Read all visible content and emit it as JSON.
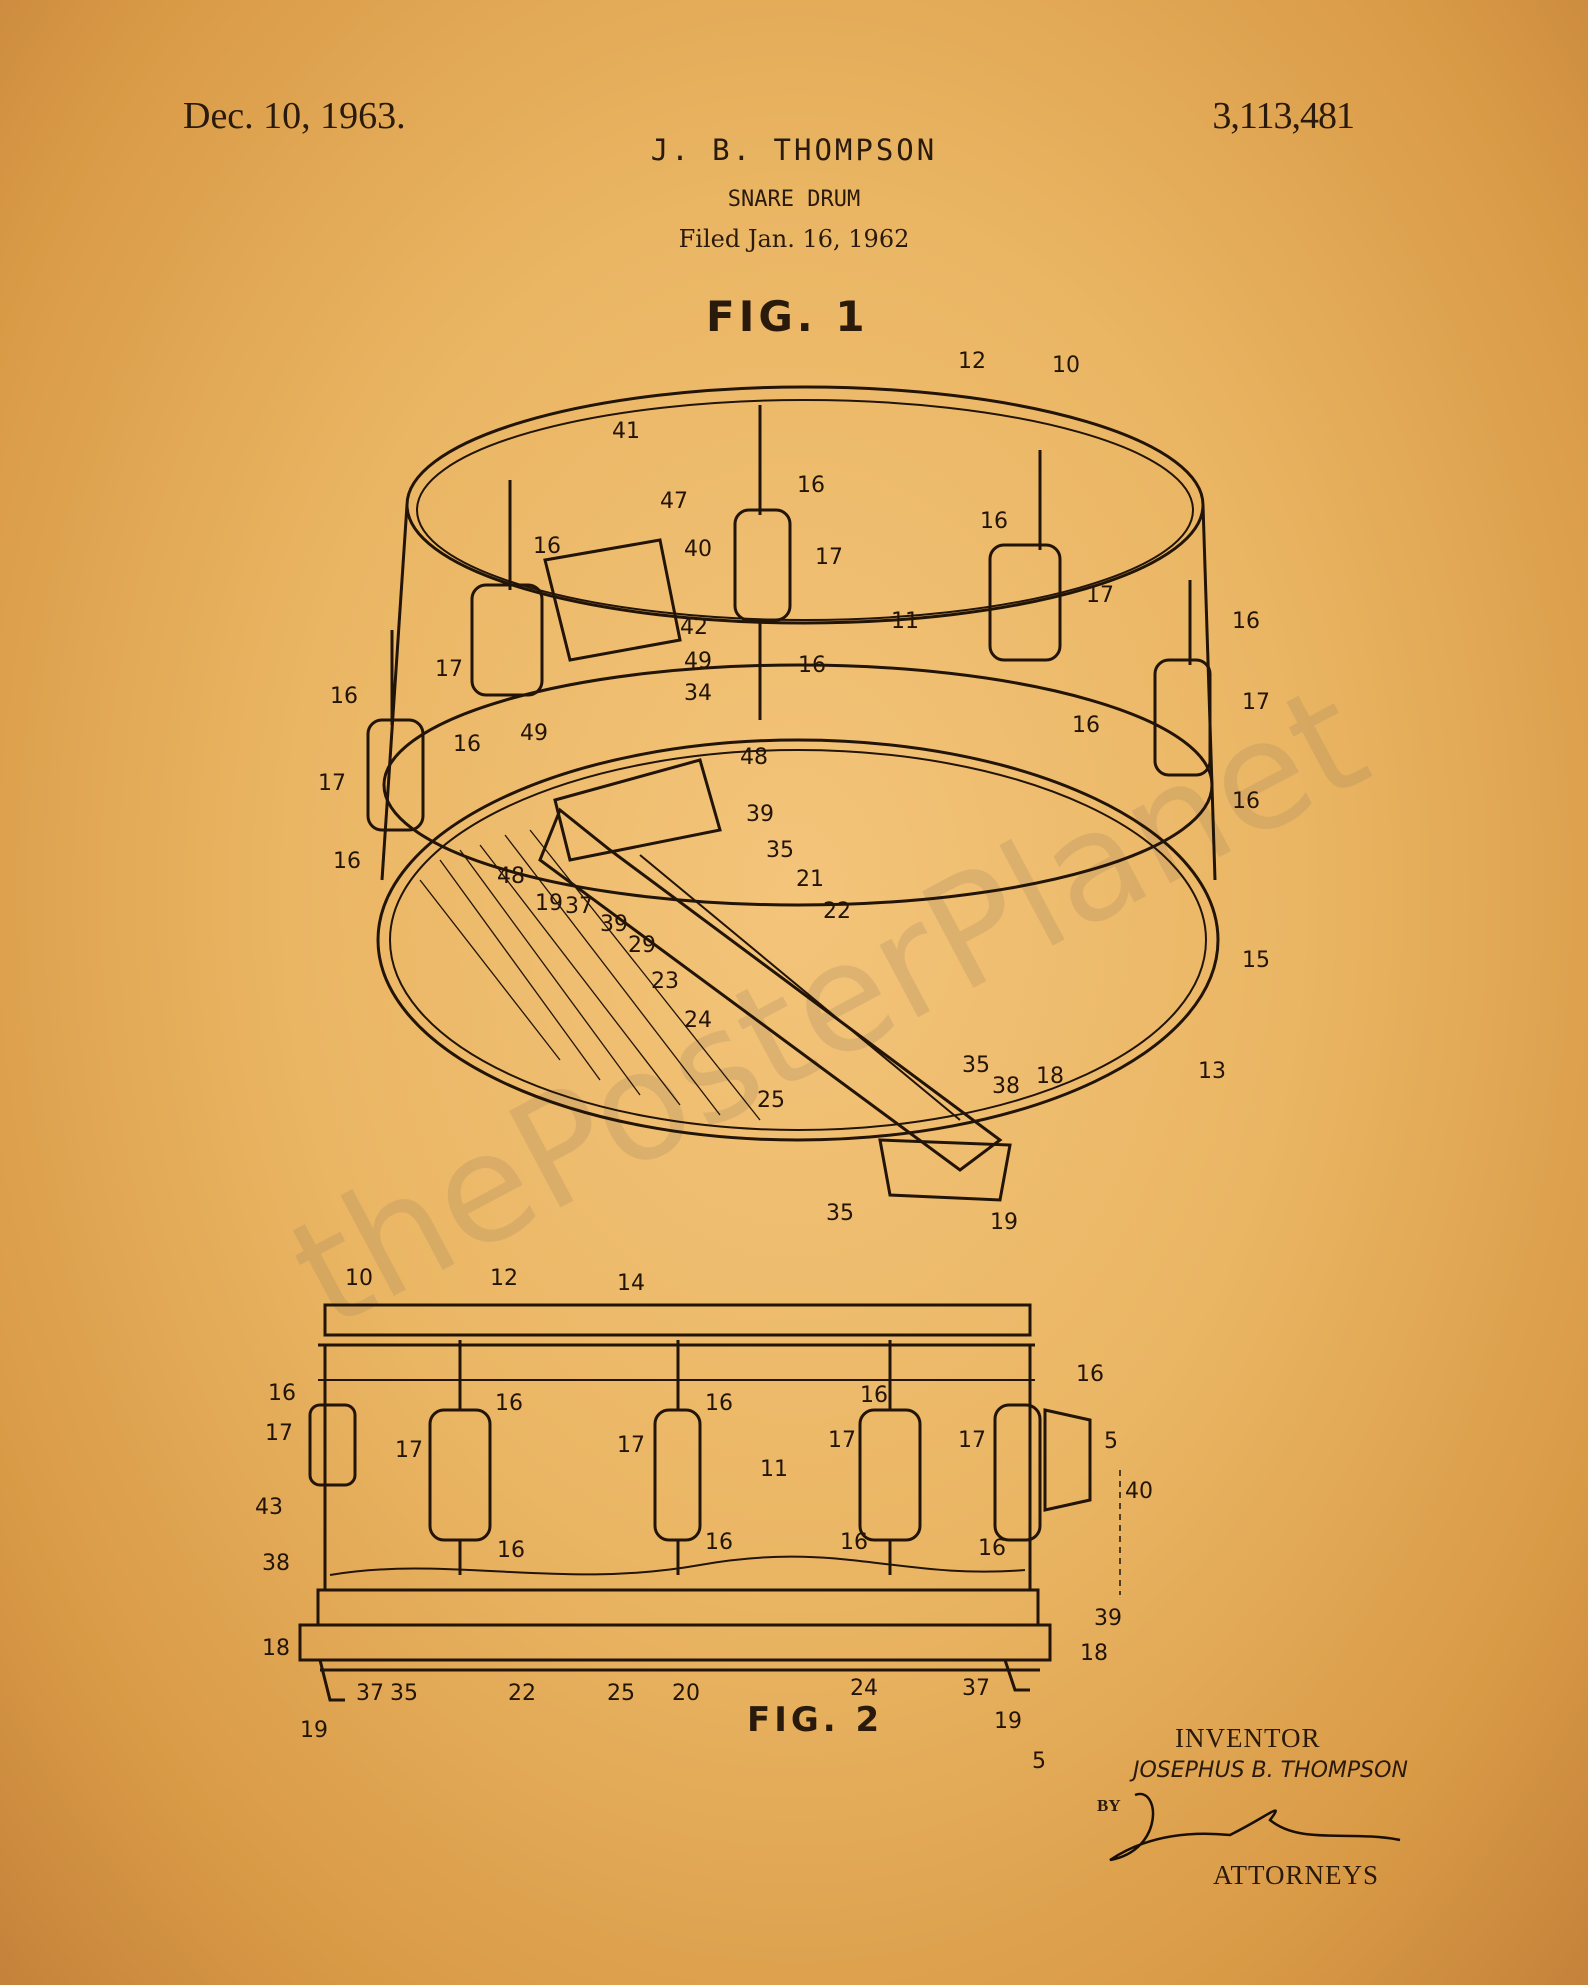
{
  "header": {
    "date": "Dec. 10, 1963.",
    "patent_number": "3,113,481",
    "inventor_name": "J. B. THOMPSON",
    "title": "SNARE DRUM",
    "filed": "Filed Jan. 16, 1962"
  },
  "figures": {
    "fig1_label": "FIG. 1",
    "fig2_label": "FIG. 2"
  },
  "fig1_callouts": [
    "12",
    "10",
    "41",
    "47",
    "40",
    "16",
    "16",
    "17",
    "11",
    "16",
    "17",
    "16",
    "17",
    "16",
    "42",
    "49",
    "16",
    "34",
    "49",
    "17",
    "16",
    "48",
    "17",
    "16",
    "16",
    "39",
    "35",
    "16",
    "48",
    "21",
    "19",
    "37",
    "22",
    "39",
    "29",
    "15",
    "23",
    "24",
    "25",
    "35",
    "38",
    "18",
    "13",
    "35",
    "19"
  ],
  "fig2_callouts": [
    "10",
    "12",
    "14",
    "16",
    "16",
    "16",
    "16",
    "16",
    "17",
    "17",
    "17",
    "17",
    "17",
    "11",
    "5",
    "40",
    "43",
    "38",
    "16",
    "16",
    "16",
    "16",
    "39",
    "18",
    "18",
    "37",
    "35",
    "22",
    "25",
    "20",
    "24",
    "37",
    "19",
    "19",
    "5"
  ],
  "signature_block": {
    "inventor_heading": "INVENTOR",
    "inventor_full": "JOSEPHUS B. THOMPSON",
    "by": "BY",
    "signature": "Sanford Schnurmacher",
    "attorneys": "ATTORNEYS"
  },
  "watermark": "thePosterPlanet"
}
